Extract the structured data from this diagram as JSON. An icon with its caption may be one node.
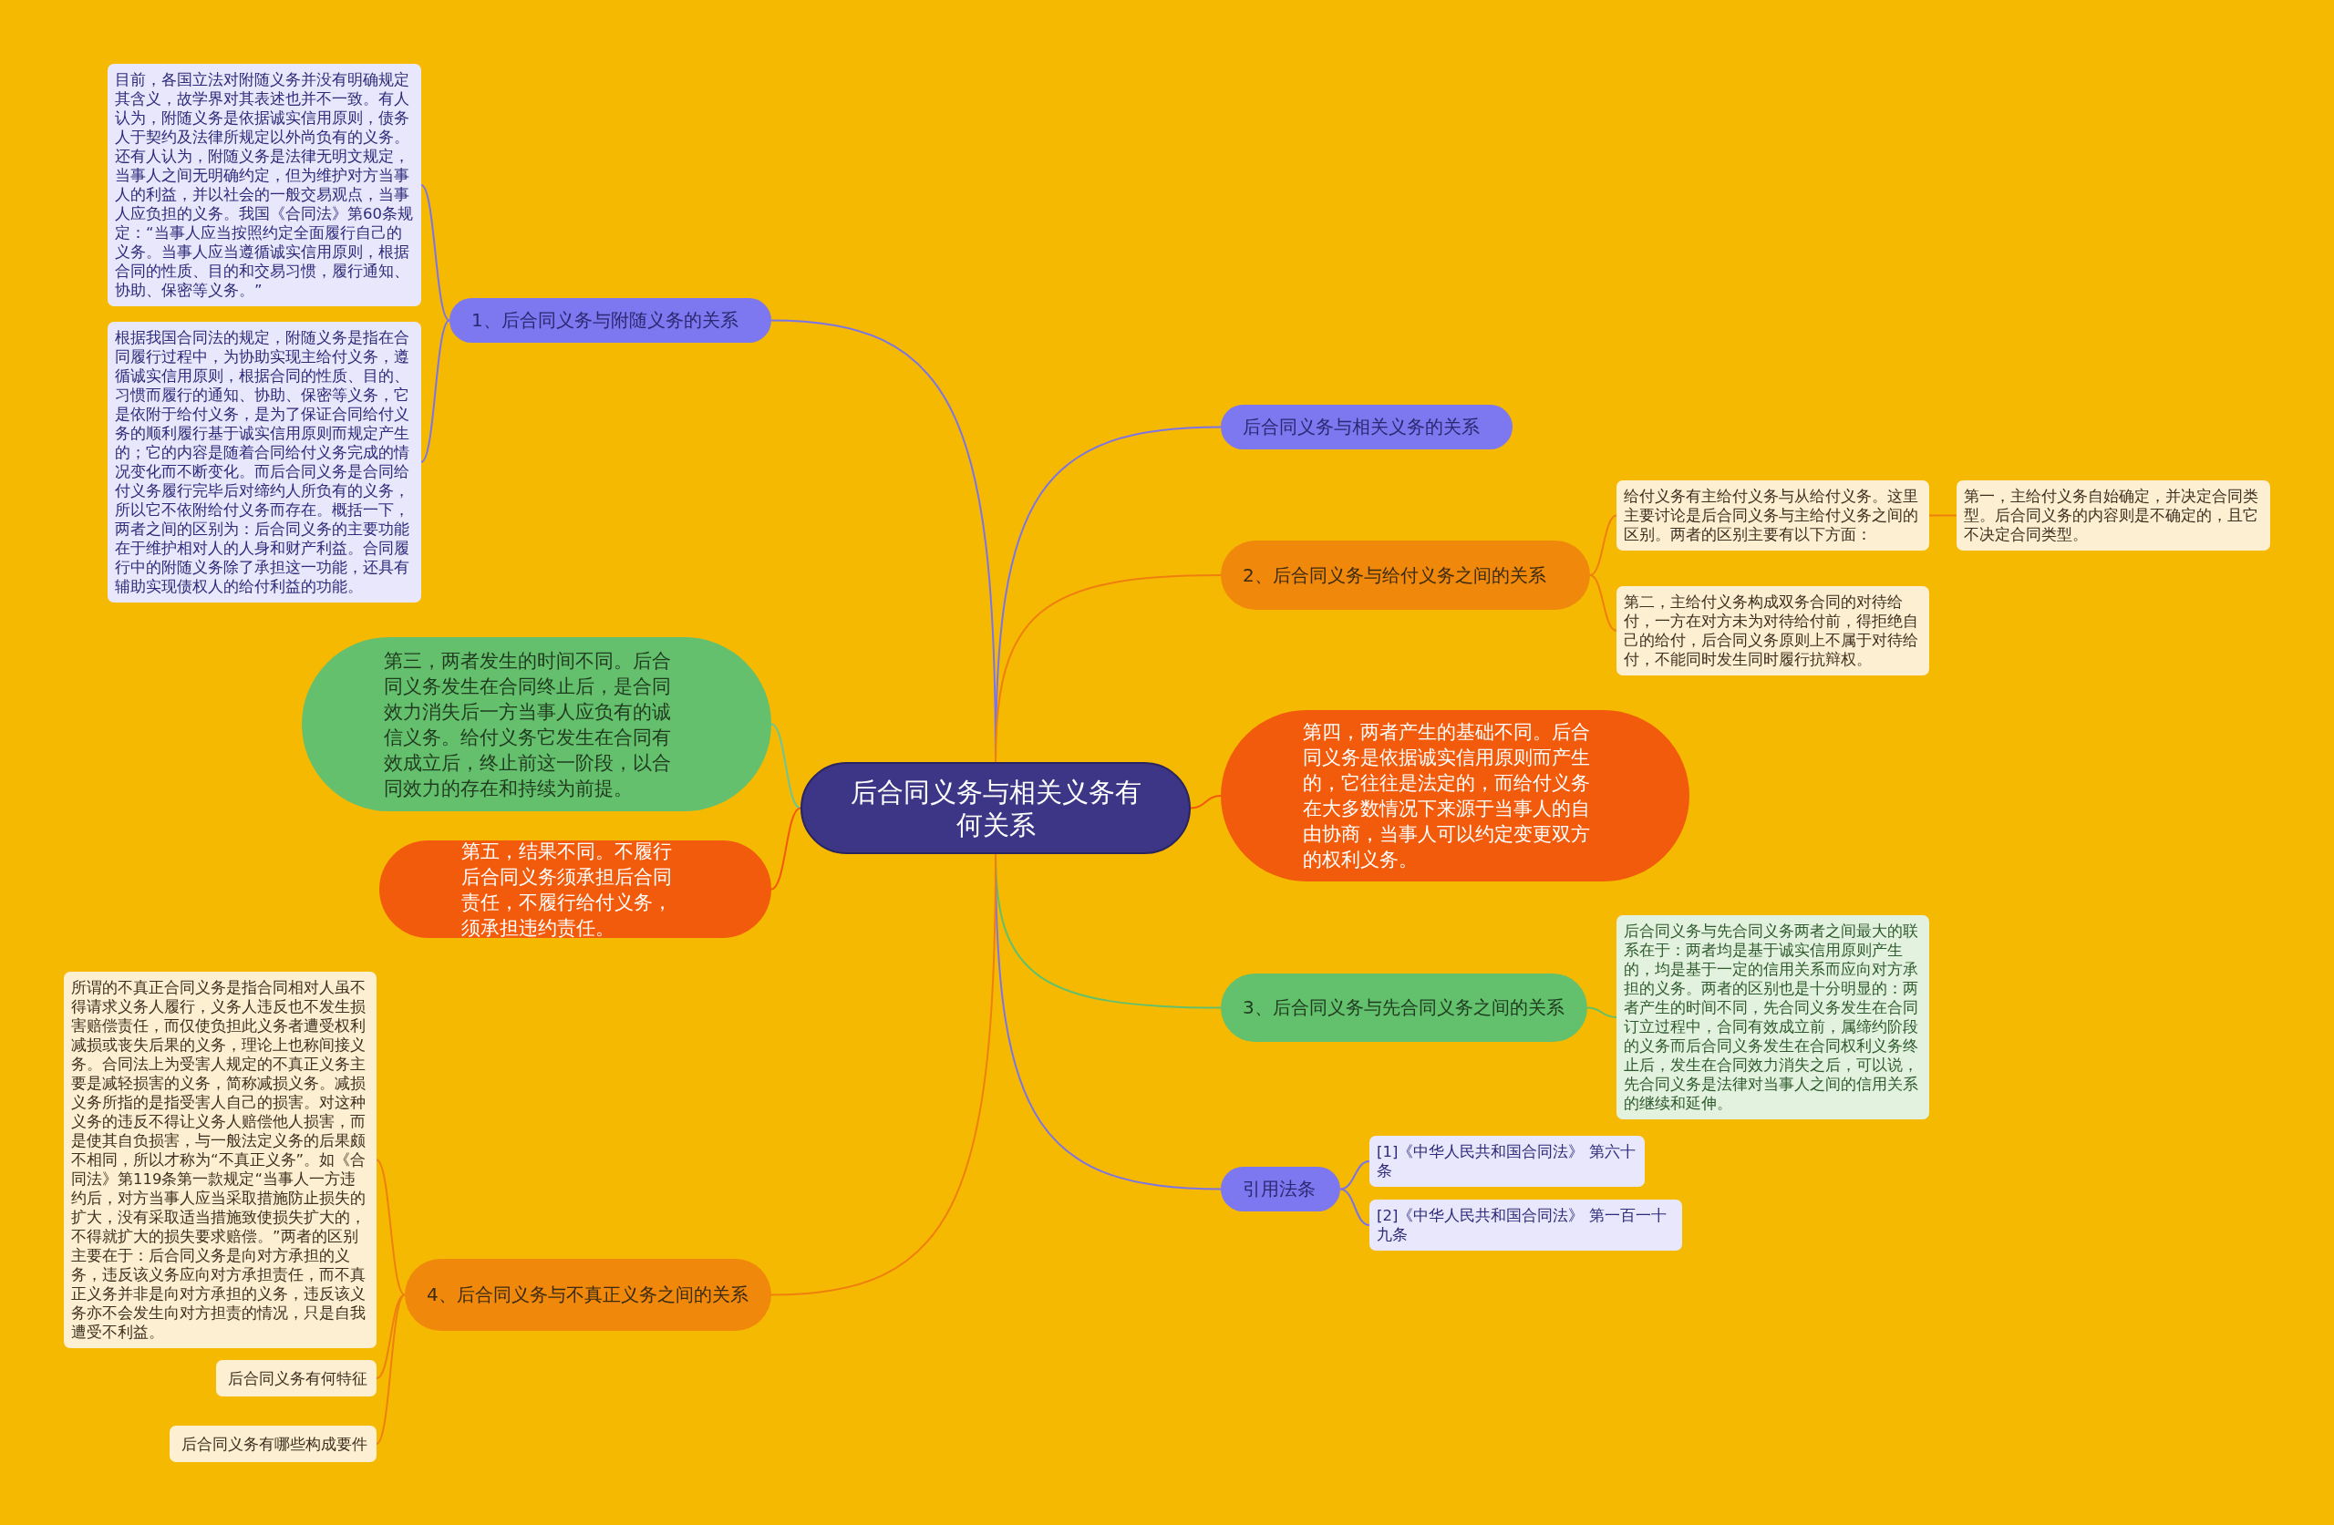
{
  "diagram": {
    "nodes": [
      {
        "text": [
          "后合同义务与相关义务有何关系"
        ]
      },
      {
        "text": [
          "1、后合同义务与附随义务的关系"
        ]
      },
      {
        "text": [
          "目前，各国立法对附随义务并没有明确规定其含义，故学界对其表述也并不一致。有人认为，附随义务是依据诚实信用原则，债务人于契约及法律所规定以外尚负有的义务。还有人认为，附随义务是法律无明文规定，当事人之间无明确约定，但为维护对方当事人的利益，并以社会的一般交易观点，当事人应负担的义务。我国《合同法》第60条规定：“当事人应当按照约定全面履行自己的义务。当事人应当遵循诚实信用原则，根据合同的性质、目的和交易习惯，履行通知、协助、保密等义务。”"
        ]
      },
      {
        "text": [
          "根据我国合同法的规定，附随义务是指在合同履行过程中，为协助实现主给付义务，遵循诚实信用原则，根据合同的性质、目的、习惯而履行的通知、协助、保密等义务，它是依附于给付义务，是为了保证合同给付义务的顺利履行基于诚实信用原则而规定产生的；它的内容是随着合同给付义务完成的情况变化而不断变化。而后合同义务是合同给付义务履行完毕后对缔约人所负有的义务，所以它不依附给付义务而存在。概括一下，两者之间的区别为：后合同义务的主要功能在于维护相对人的人身和财产利益。合同履行中的附随义务除了承担这一功能，还具有辅助实现债权人的给付利益的功能。"
        ]
      },
      {
        "text": [
          "后合同义务与相关义务的关系"
        ]
      },
      {
        "text": [
          "2、后合同义务与给付义务之间的关系"
        ]
      },
      {
        "text": [
          "给付义务有主给付义务与从给付义务。这里主要讨论是后合同义务与主给付义务之间的区别。两者的区别主要有以下方面："
        ]
      },
      {
        "text": [
          "第一，主给付义务自始确定，并决定合同类型。后合同义务的内容则是不确定的，且它不决定合同类型。"
        ]
      },
      {
        "text": [
          "第二，主给付义务构成双务合同的对待给付，一方在对方未为对待给付前，得拒绝自己的给付，后合同义务原则上不属于对待给付，不能同时发生同时履行抗辩权。"
        ]
      },
      {
        "text": [
          "第三，两者发生的时间不同。后合同义务发生在合同终止后，是合同效力消失后一方当事人应负有的诚信义务。给付义务它发生在合同有效成立后，终止前这一阶段，以合同效力的存在和持续为前提。"
        ]
      },
      {
        "text": [
          "第四，两者产生的基础不同。后合同义务是依据诚实信用原则而产生的，它往往是法定的，而给付义务在大多数情况下来源于当事人的自由协商，当事人可以约定变更双方的权利义务。"
        ]
      },
      {
        "text": [
          "第五，结果不同。不履行后合同义务须承担后合同责任，不履行给付义务，须承担违约责任。"
        ]
      },
      {
        "text": [
          "3、后合同义务与先合同义务之间的关系"
        ]
      },
      {
        "text": [
          "后合同义务与先合同义务两者之间最大的联系在于：两者均是基于诚实信用原则产生的，均是基于一定的信用关系而应向对方承担的义务。两者的区别也是十分明显的：两者产生的时间不同，先合同义务发生在合同订立过程中，合同有效成立前，属缔约阶段的义务而后合同义务发生在合同权利义务终止后，发生在合同效力消失之后，可以说，先合同义务是法律对当事人之间的信用关系的继续和延伸。"
        ]
      },
      {
        "text": [
          "引用法条"
        ]
      },
      {
        "text": [
          "[1]《中华人民共和国合同法》 第六十条"
        ]
      },
      {
        "text": [
          "[2]《中华人民共和国合同法》 第一百一十九条"
        ]
      },
      {
        "text": [
          "4、后合同义务与不真正义务之间的关系"
        ]
      },
      {
        "text": [
          "所谓的不真正合同义务是指合同相对人虽不得请求义务人履行，义务人违反也不发生损害赔偿责任，而仅使负担此义务者遭受权利减损或丧失后果的义务，理论上也称间接义务。合同法上为受害人规定的不真正义务主要是减轻损害的义务，简称减损义务。减损义务所指的是指受害人自己的损害。对这种义务的违反不得让义务人赔偿他人损害，而是使其自负损害，与一般法定义务的后果颇不相同，所以才称为“不真正义务”。如《合同法》第119条第一款规定“当事人一方违约后，对方当事人应当采取措施防止损失的扩大，没有采取适当措施致使损失扩大的，不得就扩大的损失要求赔偿。”两者的区别主要在于：后合同义务是向对方承担的义务，违反该义务应向对方承担责任，而不真正义务并非是向对方承担的义务，违反该义务亦不会发生向对方担责的情况，只是自我遭受不利益。"
        ]
      },
      {
        "text": [
          "后合同义务有何特征"
        ]
      },
      {
        "text": [
          "后合同义务有哪些构成要件"
        ]
      }
    ],
    "edges": [
      {
        "from": 0,
        "to": 1,
        "arrow": "none",
        "color": "#7b74e8"
      },
      {
        "from": 1,
        "to": 2,
        "arrow": "none",
        "color": "#7b74e8"
      },
      {
        "from": 1,
        "to": 3,
        "arrow": "none",
        "color": "#7b74e8"
      },
      {
        "from": 0,
        "to": 4,
        "arrow": "none",
        "color": "#7b74e8"
      },
      {
        "from": 0,
        "to": 5,
        "arrow": "none",
        "color": "#ef7f0e"
      },
      {
        "from": 5,
        "to": 6,
        "arrow": "none",
        "color": "#ef7f0e"
      },
      {
        "from": 6,
        "to": 7,
        "arrow": "none",
        "color": "#ef7f0e"
      },
      {
        "from": 5,
        "to": 8,
        "arrow": "none",
        "color": "#ef7f0e"
      },
      {
        "from": 0,
        "to": 9,
        "arrow": "none",
        "color": "#6cc59a"
      },
      {
        "from": 0,
        "to": 10,
        "arrow": "none",
        "color": "#f25a0a"
      },
      {
        "from": 0,
        "to": 11,
        "arrow": "none",
        "color": "#f25a0a"
      },
      {
        "from": 0,
        "to": 12,
        "arrow": "none",
        "color": "#62c06b"
      },
      {
        "from": 12,
        "to": 13,
        "arrow": "none",
        "color": "#62c06b"
      },
      {
        "from": 0,
        "to": 14,
        "arrow": "none",
        "color": "#7b74e8"
      },
      {
        "from": 14,
        "to": 15,
        "arrow": "none",
        "color": "#7b74e8"
      },
      {
        "from": 14,
        "to": 16,
        "arrow": "none",
        "color": "#7b74e8"
      },
      {
        "from": 0,
        "to": 17,
        "arrow": "none",
        "color": "#ef7f0e"
      },
      {
        "from": 17,
        "to": 18,
        "arrow": "none",
        "color": "#ef7f0e"
      },
      {
        "from": 17,
        "to": 19,
        "arrow": "none",
        "color": "#ef7f0e"
      },
      {
        "from": 17,
        "to": 20,
        "arrow": "none",
        "color": "#ef7f0e"
      }
    ]
  }
}
